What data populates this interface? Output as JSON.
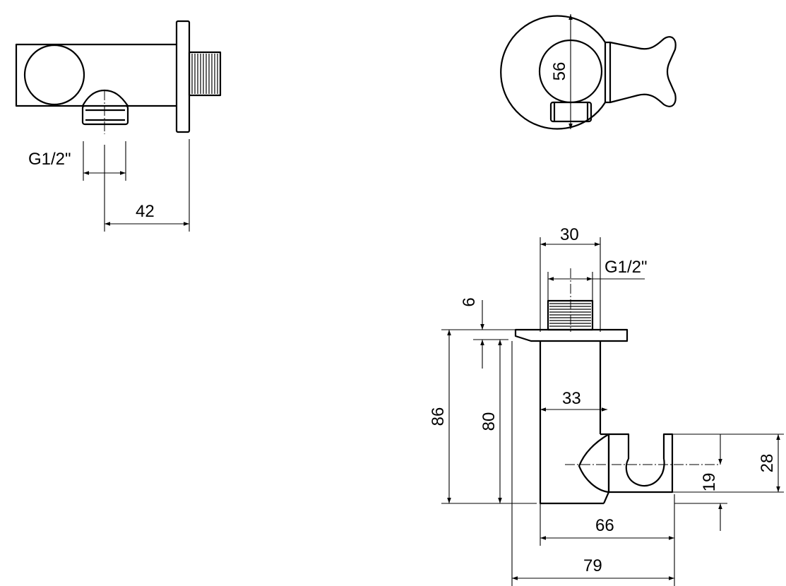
{
  "labels": {
    "front_thread": "G1/2\"",
    "front_width": "42",
    "top_diameter": "56",
    "side_top_width": "30",
    "side_thread": "G1/2\"",
    "side_flange": "6",
    "side_total_height": "86",
    "side_body_height": "80",
    "side_holder_offset": "33",
    "side_holder_height": "28",
    "side_holder_center": "19",
    "side_inner_depth": "66",
    "side_total_depth": "79"
  }
}
